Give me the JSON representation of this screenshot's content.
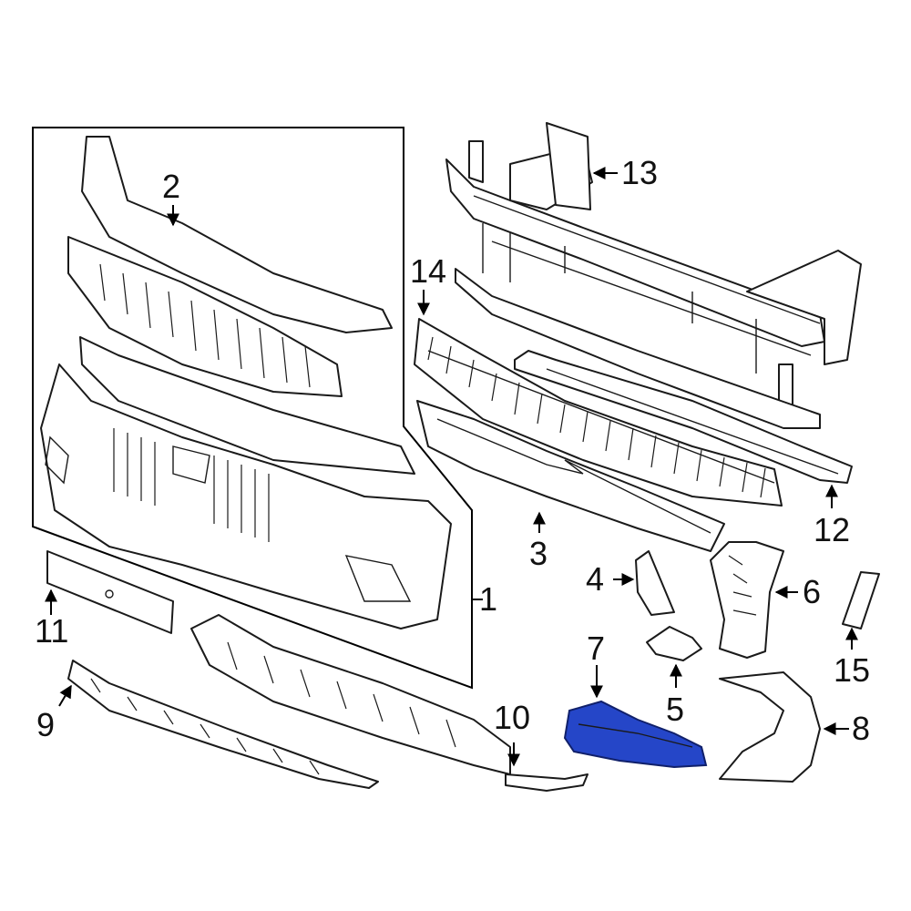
{
  "highlight_color": "#2546c8",
  "callouts": {
    "c1": "1",
    "c2": "2",
    "c3": "3",
    "c4": "4",
    "c5": "5",
    "c6": "6",
    "c7": "7",
    "c8": "8",
    "c9": "9",
    "c10": "10",
    "c11": "11",
    "c12": "12",
    "c13": "13",
    "c14": "14",
    "c15": "15"
  },
  "highlighted_part": "7"
}
